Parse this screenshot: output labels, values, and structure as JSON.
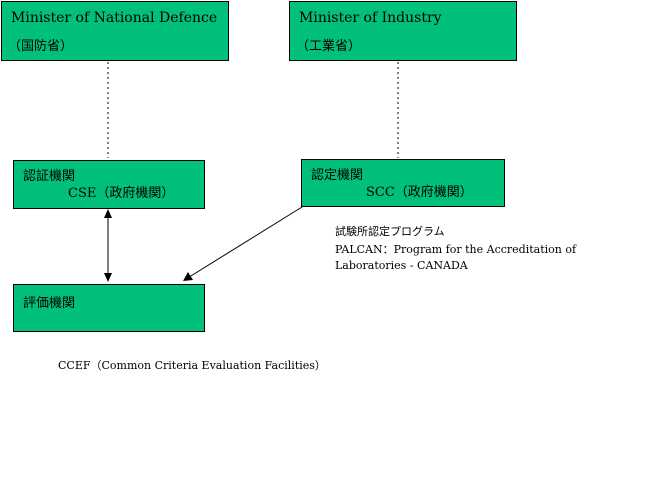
{
  "boxes": {
    "defence": {
      "title": "Minister of National Defence",
      "subtitle": "（国防省）"
    },
    "industry": {
      "title": "Minister of Industry",
      "subtitle": "（工業省）"
    },
    "cse": {
      "title": "認証機関",
      "subtitle": "CSE（政府機関）"
    },
    "scc": {
      "title": "認定機関",
      "subtitle": "SCC（政府機関）"
    },
    "evaluator": {
      "title": "評価機関"
    }
  },
  "notes": {
    "palcan_jp": "試験所認定プログラム",
    "palcan_line1": "PALCAN：Program for the Accreditation of",
    "palcan_line2": "Laboratories - CANADA",
    "ccef": "CCEF（Common Criteria Evaluation Facilities）"
  },
  "colors": {
    "box_fill": "#00c07a",
    "line": "#000000"
  }
}
